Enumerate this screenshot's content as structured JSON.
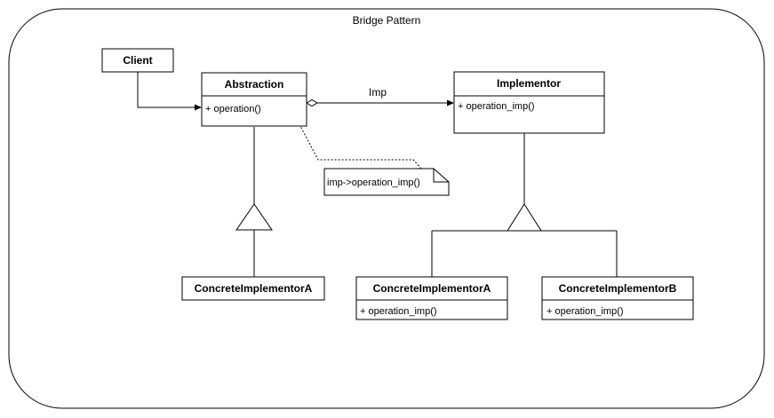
{
  "diagram": {
    "title": "Bridge Pattern",
    "association_label": "Imp",
    "note": "imp->operation_imp()",
    "classes": {
      "client": {
        "name": "Client"
      },
      "abstraction": {
        "name": "Abstraction",
        "operation": "+ operation()"
      },
      "implementor": {
        "name": "Implementor",
        "operation": "+ operation_imp()"
      },
      "refined": {
        "name": "ConcreteImplementorA"
      },
      "concrete_a": {
        "name": "ConcreteImplementorA",
        "operation": "+ operation_imp()"
      },
      "concrete_b": {
        "name": "ConcreteImplementorB",
        "operation": "+ operation_imp()"
      }
    }
  }
}
